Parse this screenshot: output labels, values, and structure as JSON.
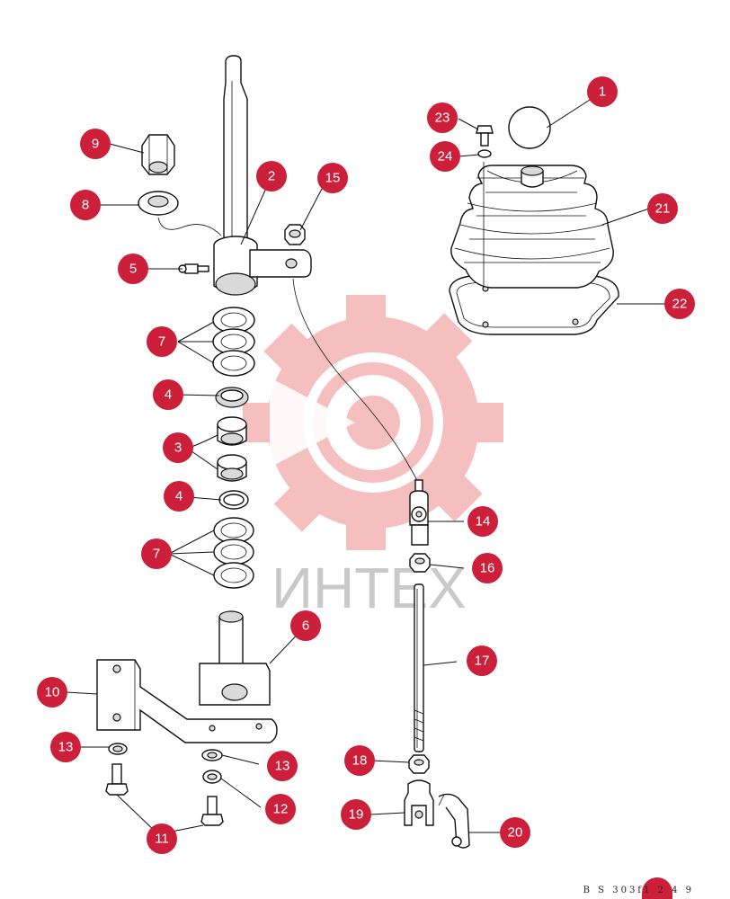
{
  "watermark": {
    "text": "ИНТЕХ"
  },
  "code": "B S 303f1 2 4 9",
  "colors": {
    "callout": "#cc1f3a",
    "watermark": "#f4b9b9"
  },
  "callouts": [
    {
      "label": "1"
    },
    {
      "label": "2"
    },
    {
      "label": "3"
    },
    {
      "label": "4"
    },
    {
      "label": "4"
    },
    {
      "label": "5"
    },
    {
      "label": "6"
    },
    {
      "label": "7"
    },
    {
      "label": "7"
    },
    {
      "label": "8"
    },
    {
      "label": "9"
    },
    {
      "label": "10"
    },
    {
      "label": "11"
    },
    {
      "label": "12"
    },
    {
      "label": "13"
    },
    {
      "label": "13"
    },
    {
      "label": "14"
    },
    {
      "label": "15"
    },
    {
      "label": "16"
    },
    {
      "label": "17"
    },
    {
      "label": "18"
    },
    {
      "label": "19"
    },
    {
      "label": "20"
    },
    {
      "label": "21"
    },
    {
      "label": "22"
    },
    {
      "label": "23"
    },
    {
      "label": "24"
    }
  ]
}
